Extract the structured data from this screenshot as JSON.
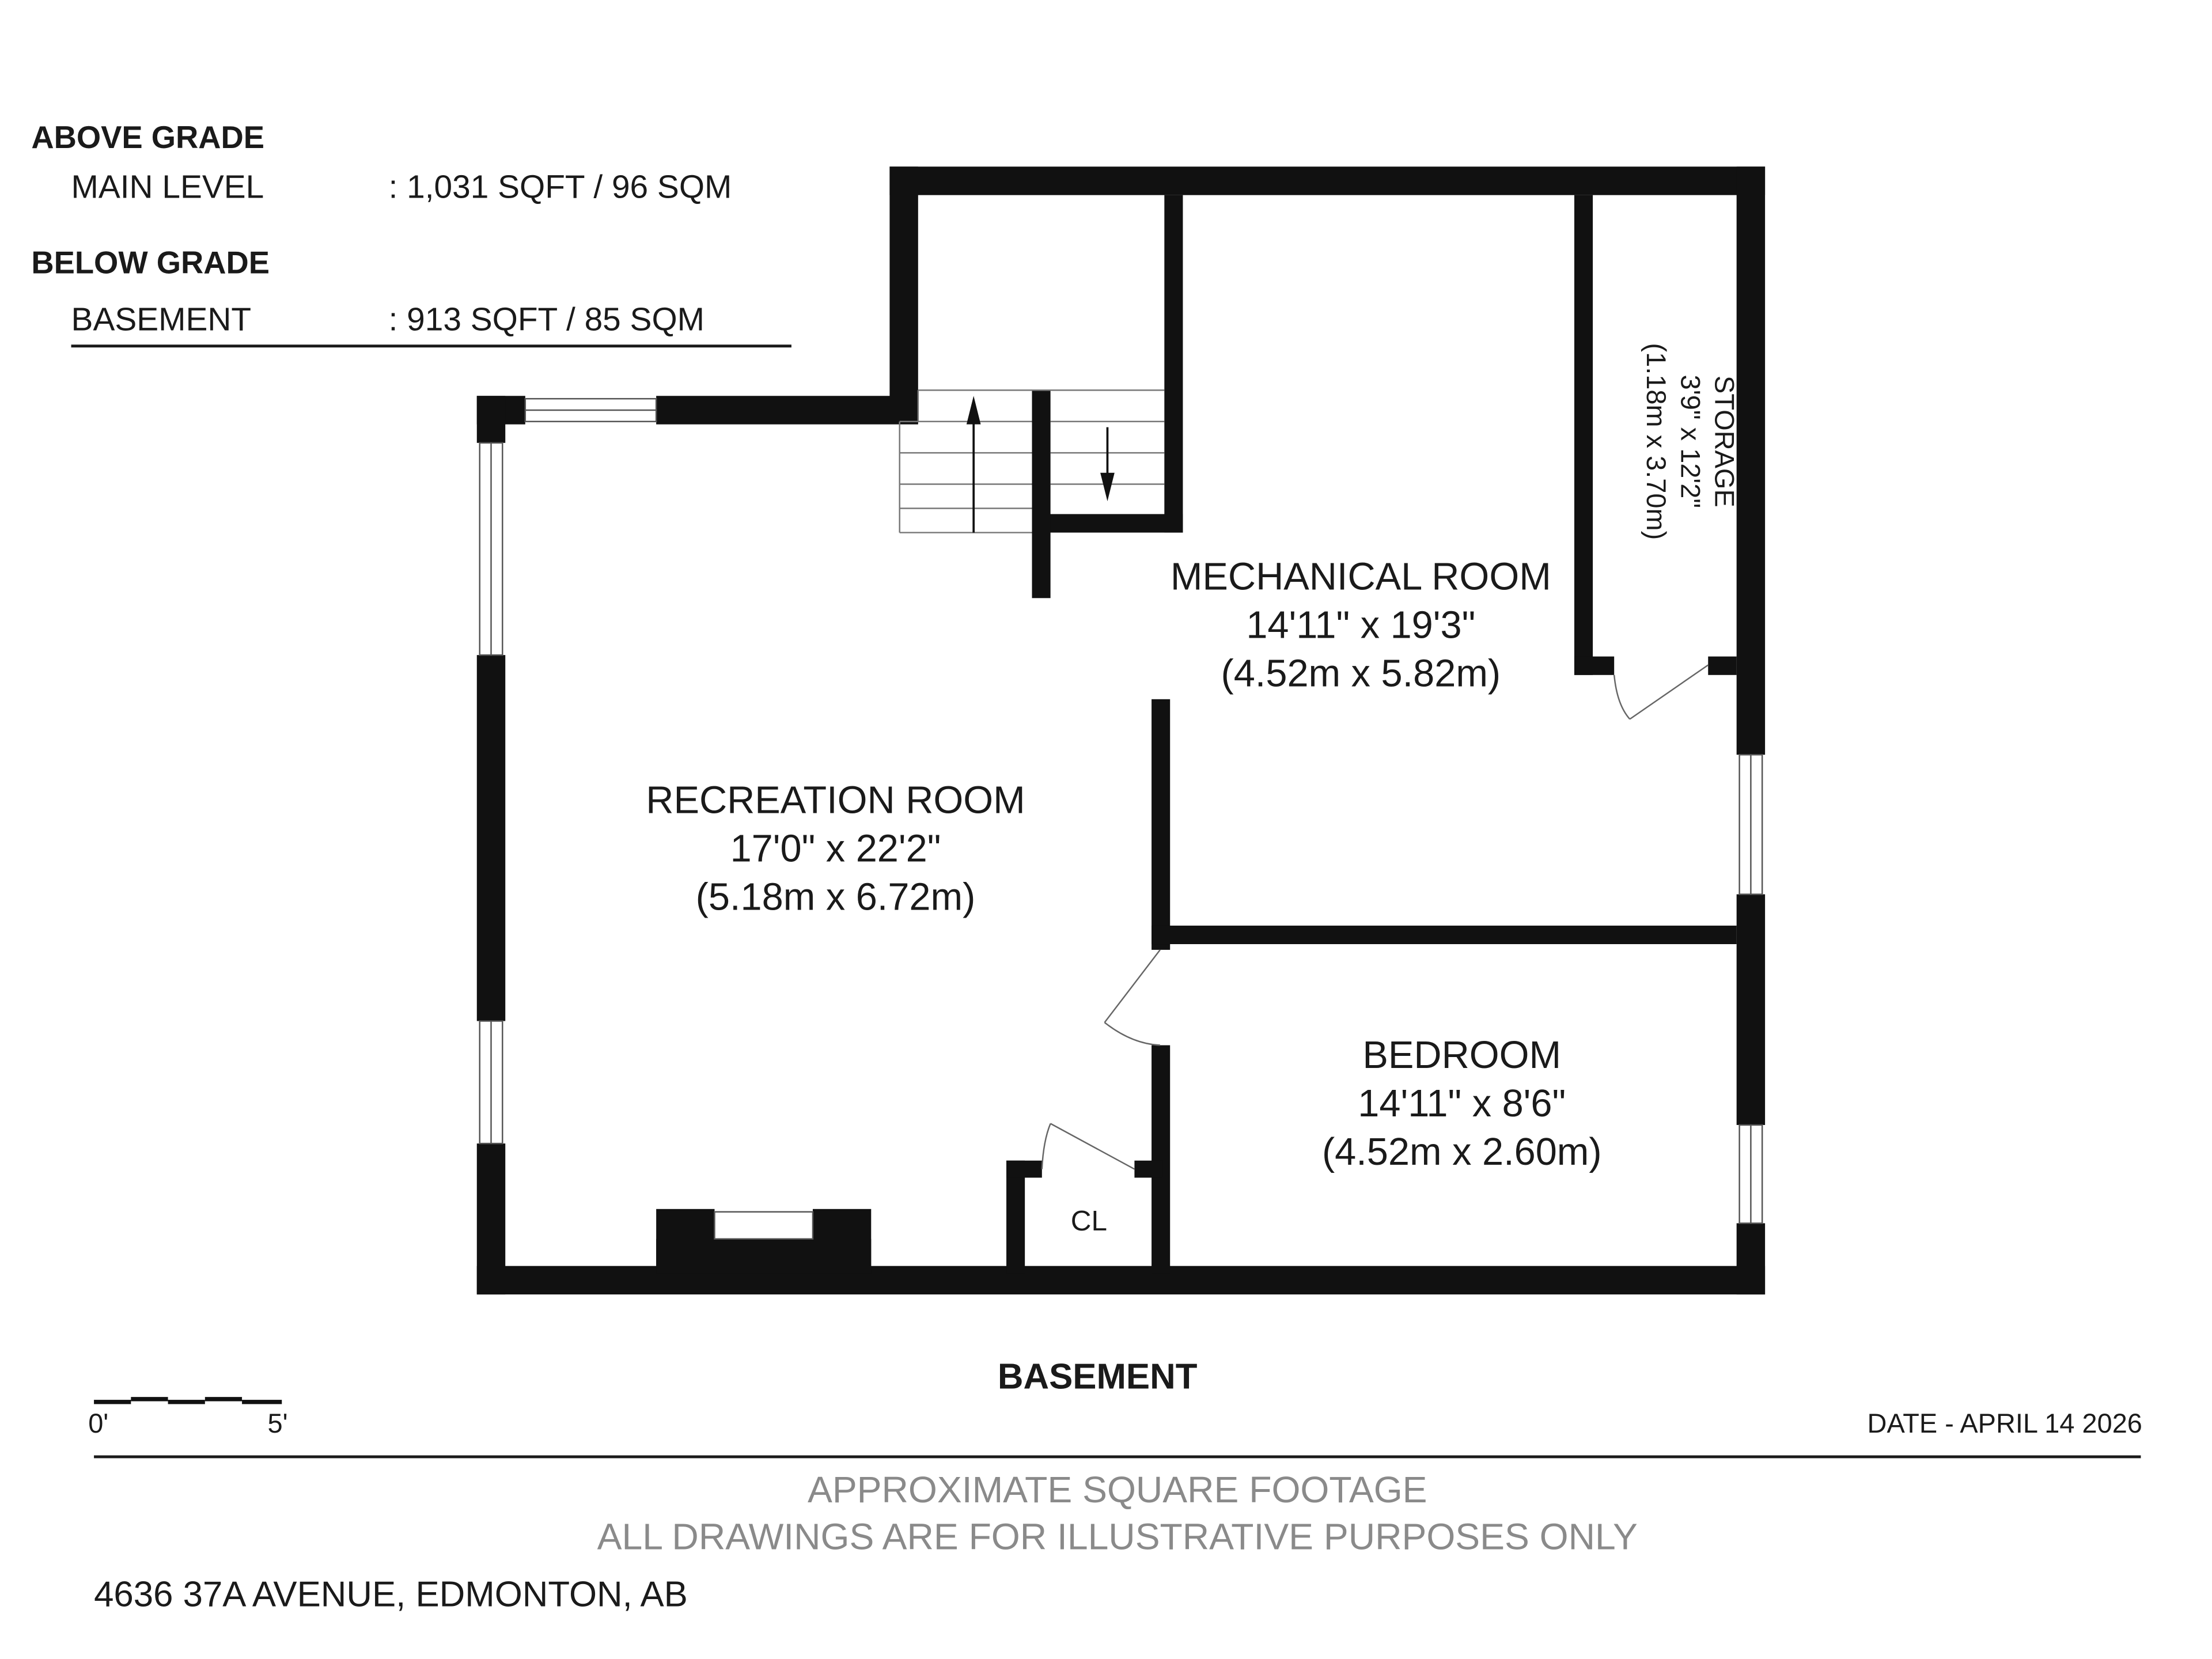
{
  "summary": {
    "above_grade_heading": "ABOVE GRADE",
    "main_level_label": "MAIN LEVEL",
    "main_level_value": ": 1,031 SQFT / 96 SQM",
    "below_grade_heading": "BELOW GRADE",
    "basement_label": "BASEMENT",
    "basement_value": ": 913 SQFT / 85 SQM"
  },
  "rooms": {
    "storage": {
      "name": "STORAGE",
      "imperial": "3'9\" x 12'2\"",
      "metric": "(1.18m x 3.70m)"
    },
    "mechanical": {
      "name": "MECHANICAL ROOM",
      "imperial": "14'11\" x 19'3\"",
      "metric": "(4.52m x 5.82m)"
    },
    "recreation": {
      "name": "RECREATION ROOM",
      "imperial": "17'0\" x 22'2\"",
      "metric": "(5.18m x 6.72m)"
    },
    "bedroom": {
      "name": "BEDROOM",
      "imperial": "14'11\" x 8'6\"",
      "metric": "(4.52m x 2.60m)"
    },
    "closet": {
      "name": "CL"
    }
  },
  "floor_title": "BASEMENT",
  "scale": {
    "start_label": "0'",
    "end_label": "5'"
  },
  "date": "DATE - APRIL 14 2026",
  "disclaimer": {
    "line1": "APPROXIMATE SQUARE FOOTAGE",
    "line2": "ALL DRAWINGS ARE FOR ILLUSTRATIVE PURPOSES ONLY"
  },
  "address": "4636 37A AVENUE, EDMONTON, AB"
}
